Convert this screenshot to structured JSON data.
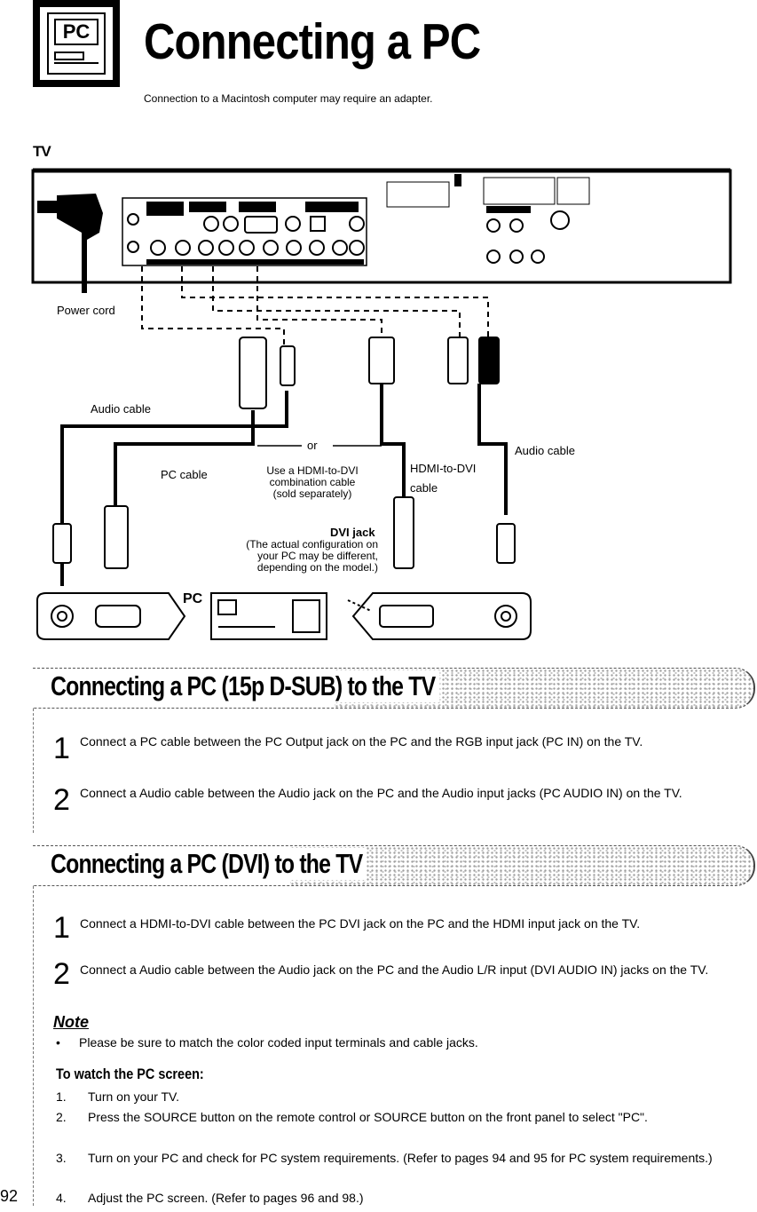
{
  "header": {
    "icon_text": "PC",
    "title": "Connecting a PC",
    "subtitle": "Connection to a Macintosh computer may require an adapter."
  },
  "diagram": {
    "tv_label": "TV",
    "power_cord": "Power cord",
    "audio_cable_left": "Audio cable",
    "pc_cable": "PC cable",
    "or_label": "or",
    "hdmi_dvi_combo": [
      "Use a HDMI-to-DVI",
      "combination cable",
      "(sold separately)"
    ],
    "hdmi_dvi_cable": [
      "HDMI-to-DVI",
      "cable"
    ],
    "audio_cable_right": "Audio cable",
    "dvi_jack_title": "DVI jack",
    "dvi_jack_note": [
      "(The actual configuration on",
      "your PC may be different,",
      "depending on the model.)"
    ],
    "pc_label": "PC"
  },
  "section1": {
    "title": "Connecting a PC (15p D-SUB) to the TV",
    "steps": [
      {
        "num": "1",
        "text": "Connect a PC cable between the PC Output jack on the PC and the RGB input jack (PC IN) on the TV."
      },
      {
        "num": "2",
        "text": "Connect a Audio cable between the Audio jack on the PC and the Audio input jacks (PC AUDIO IN) on the TV."
      }
    ]
  },
  "section2": {
    "title": "Connecting a PC (DVI) to the TV",
    "steps": [
      {
        "num": "1",
        "text": "Connect a HDMI-to-DVI cable between the PC DVI jack on the PC and the HDMI input jack on the TV."
      },
      {
        "num": "2",
        "text": "Connect a Audio cable between the Audio jack on the PC and the Audio L/R input (DVI AUDIO IN) jacks on the TV."
      }
    ]
  },
  "note": {
    "heading": "Note",
    "bullet": "Please be sure to match the color coded input terminals and cable jacks."
  },
  "watch": {
    "heading": "To watch the PC screen:",
    "items": [
      {
        "num": "1.",
        "text": "Turn on your TV."
      },
      {
        "num": "2.",
        "text": "Press the SOURCE button on the remote control or SOURCE button on the front panel to select \"PC\"."
      },
      {
        "num": "3.",
        "text": "Turn on your PC and check for PC system requirements. (Refer to pages 94 and 95 for PC system requirements.)"
      },
      {
        "num": "4.",
        "text": "Adjust the PC screen. (Refer to pages 96 and 98.)"
      }
    ]
  },
  "page_number": "92"
}
